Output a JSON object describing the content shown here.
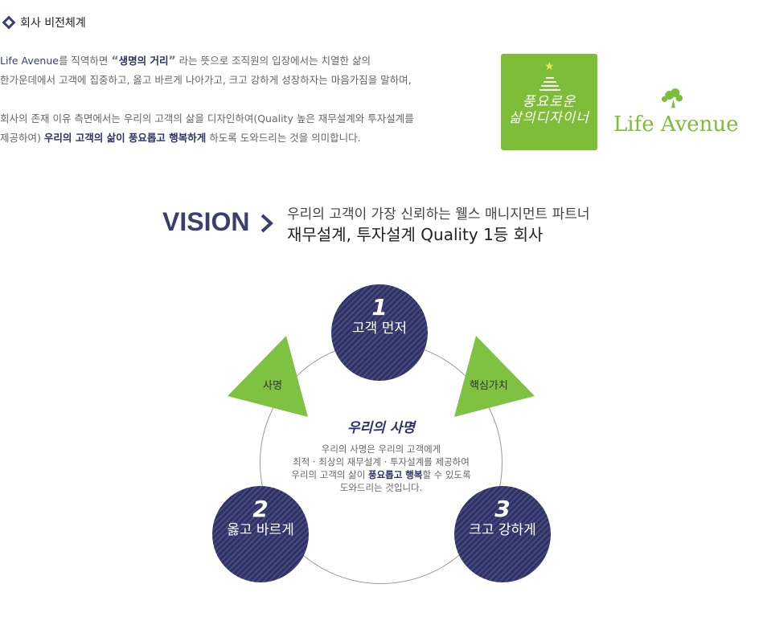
{
  "section": {
    "title": "회사 비전체계"
  },
  "intro": {
    "line1_lead": "Life Avenue",
    "line1_a": "를 직역하면 ",
    "line1_q_open": "“",
    "line1_strong": "생명의 거리",
    "line1_q_close": "”",
    "line1_b": " 라는 뜻으로 조직원의 입장에서는 치열한 삶의",
    "line2": "한가운데에서 고객에 집중하고, 옳고 바르게 나아가고, 크고 강하게 성장하자는 마음가짐을 말하며,",
    "line3": "회사의 존재 이유 측면에서는 우리의 고객의 삶을 디자인하여(Quality 높은 재무설계와 투자설계를",
    "line4_a": "제공하여) ",
    "line4_strong": "우리의 고객의 삶이 풍요롭고 행복하게",
    "line4_b": " 하도록 도와드리는 것을 의미합니다."
  },
  "logos": {
    "box_script_1": "풍요로운",
    "box_script_2": "삶의디자이너",
    "brand_text": "Life Avenue"
  },
  "vision": {
    "word": "VISION",
    "subtitle": "우리의 고객이 가장 신뢰하는 웰스 매니지먼트 파트너",
    "main": "재무설계, 투자설계 Quality 1등 회사"
  },
  "values": [
    {
      "num": "1",
      "label": "고객 먼저"
    },
    {
      "num": "2",
      "label": "옳고 바르게"
    },
    {
      "num": "3",
      "label": "크고 강하게"
    }
  ],
  "triangles": {
    "left": "사명",
    "right": "핵심가치"
  },
  "mission": {
    "title": "우리의 사명",
    "line1": "우리의 사명은 우리의 고객에게",
    "line2": "최적 · 최상의 재무설계 · 투자설계를 제공하여",
    "line3_a": "우리의 고객의 삶이 ",
    "line3_strong": "풍요롭고 행복",
    "line3_b": "할 수 있도록",
    "line4": "도와드리는 것입니다."
  },
  "colors": {
    "navy": "#2e3266",
    "green": "#7dbd38",
    "triangle_green": "#7fc241"
  }
}
